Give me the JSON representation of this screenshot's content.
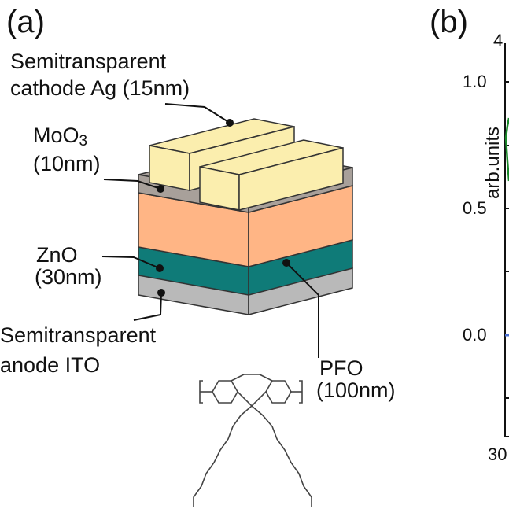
{
  "panels": {
    "a": "(a)",
    "b": "(b)"
  },
  "labels": {
    "cathode_line1": "Semitransparent",
    "cathode_line2": "cathode Ag (15nm)",
    "moo3_prefix": "MoO",
    "moo3_sub": "3",
    "moo3_thickness": "(10nm)",
    "zno_name": "ZnO",
    "zno_thickness": "(30nm)",
    "anode_line1": "Semitransparent",
    "anode_line2": "anode ITO",
    "pfo_name": "PFO",
    "pfo_thickness": "(100nm)"
  },
  "layer_colors": {
    "ag_electrode": "#fbeeae",
    "moo3": "#a8a09a",
    "pfo": "#ffb585",
    "zno": "#0f7b78",
    "ito": "#b9b9b9"
  },
  "chart_b": {
    "ylabel": "arb.units",
    "y_ticks": [
      "1.0",
      "0.5",
      "0.0"
    ],
    "x_tick_partial": "30",
    "top_tick_partial": "4",
    "series_colors": [
      "#1a8a2a",
      "#4a6fd0"
    ]
  }
}
